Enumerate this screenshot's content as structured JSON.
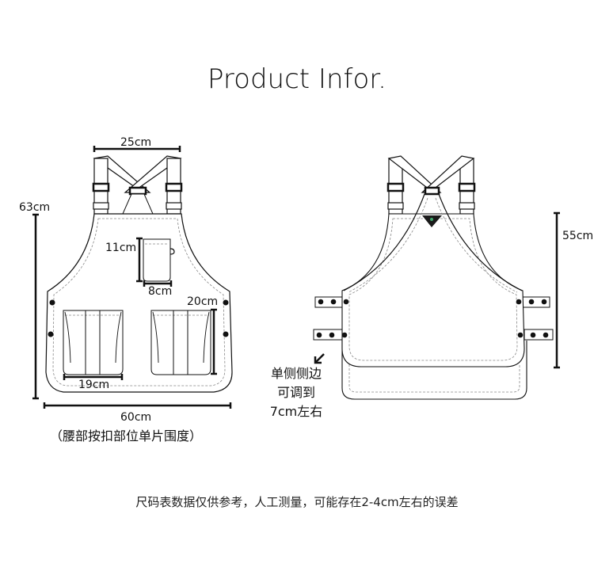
{
  "title": "Product Infor.",
  "front_view": {
    "strap_span_label": "25cm",
    "total_length_label": "63cm",
    "chest_pocket_height_label": "11cm",
    "chest_pocket_width_label": "8cm",
    "lower_pocket_height_label": "20cm",
    "lower_pocket_width_label": "19cm",
    "waist_width_label": "60cm",
    "waist_width_note": "（腰部按扣部位单片围度）"
  },
  "back_view": {
    "body_length_label": "55cm",
    "side_adjust_note": [
      "单侧侧边",
      "可调到",
      "7cm左右"
    ],
    "arrow_icon": "arrow-down-left"
  },
  "footer_note": "尺码表数据仅供参考，人工测量，可能存在2-4cm左右的误差",
  "colors": {
    "line": "#111111",
    "stitch": "#888888",
    "background": "#ffffff",
    "logo_mark": "#1a1a1a",
    "logo_accent": "#3fa66b"
  }
}
